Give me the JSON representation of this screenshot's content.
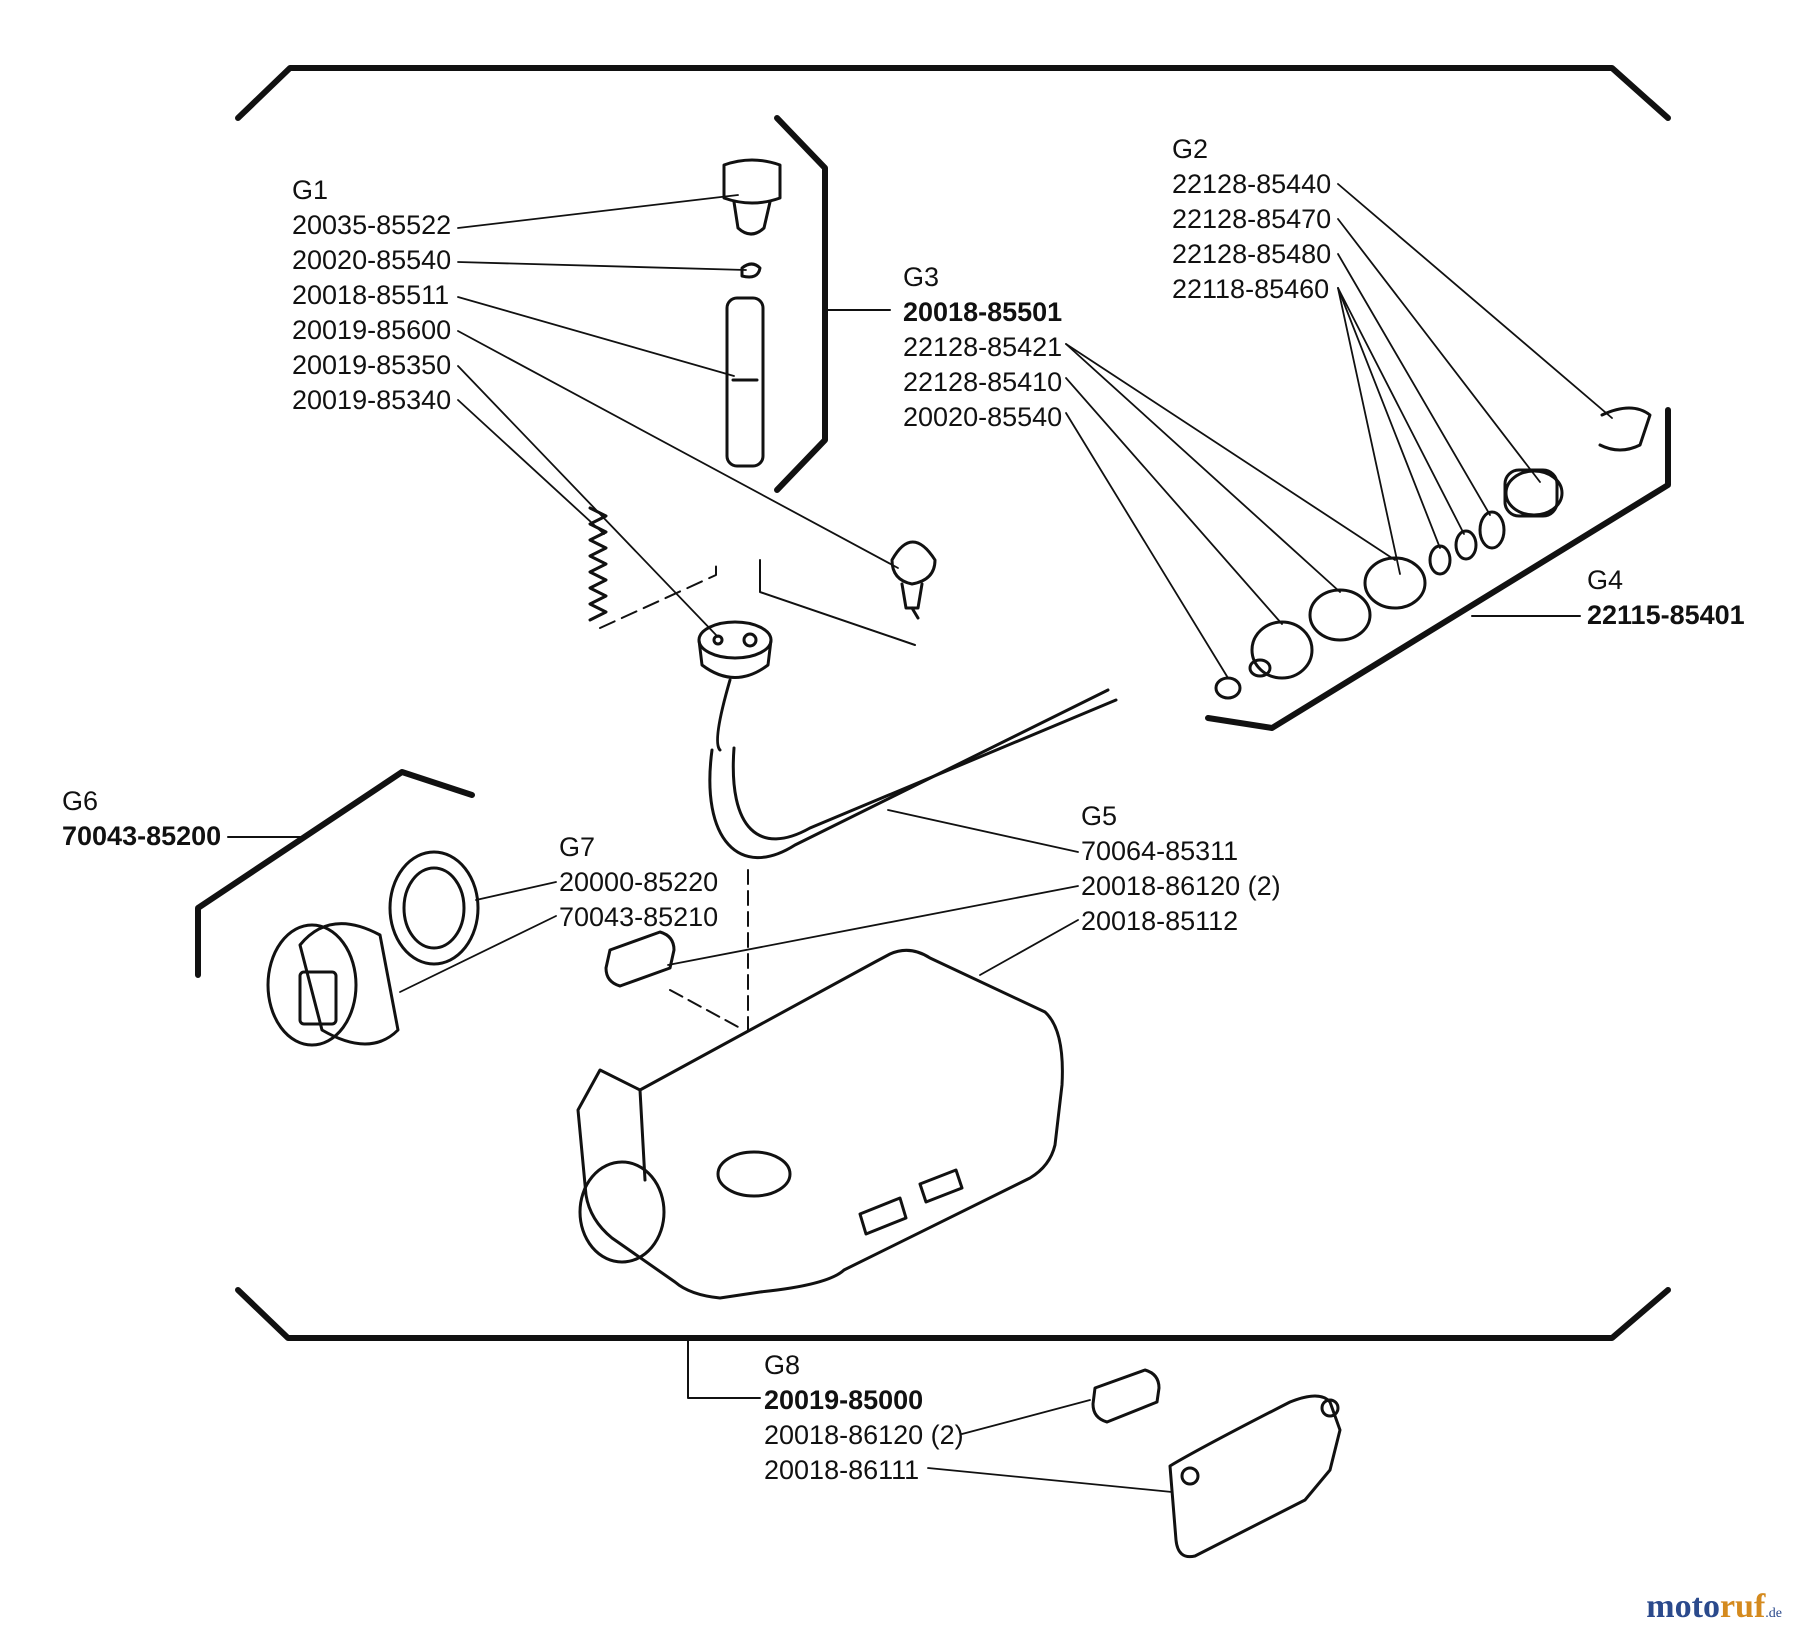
{
  "groups": {
    "g1": {
      "label": "G1",
      "parts": [
        "20035-85522",
        "20020-85540",
        "20018-85511",
        "20019-85600",
        "20019-85350",
        "20019-85340"
      ]
    },
    "g2": {
      "label": "G2",
      "parts": [
        "22128-85440",
        "22128-85470",
        "22128-85480",
        "22118-85460"
      ]
    },
    "g3": {
      "label": "G3",
      "assembly": "20018-85501",
      "parts": [
        "22128-85421",
        "22128-85410",
        "20020-85540"
      ]
    },
    "g4": {
      "label": "G4",
      "assembly": "22115-85401"
    },
    "g5": {
      "label": "G5",
      "parts": [
        "70064-85311",
        "20018-86120 (2)",
        "20018-85112"
      ]
    },
    "g6": {
      "label": "G6",
      "assembly": "70043-85200"
    },
    "g7": {
      "label": "G7",
      "parts": [
        "20000-85220",
        "70043-85210"
      ]
    },
    "g8": {
      "label": "G8",
      "assembly": "20019-85000",
      "parts": [
        "20018-86120 (2)",
        "20018-86111"
      ]
    }
  },
  "watermark": {
    "main": "moto",
    "accent": "ruf",
    "suffix": ".de"
  },
  "colors": {
    "ink": "#111111",
    "watermark_blue": "#2b4a8c",
    "watermark_orange": "#d48a1e"
  }
}
